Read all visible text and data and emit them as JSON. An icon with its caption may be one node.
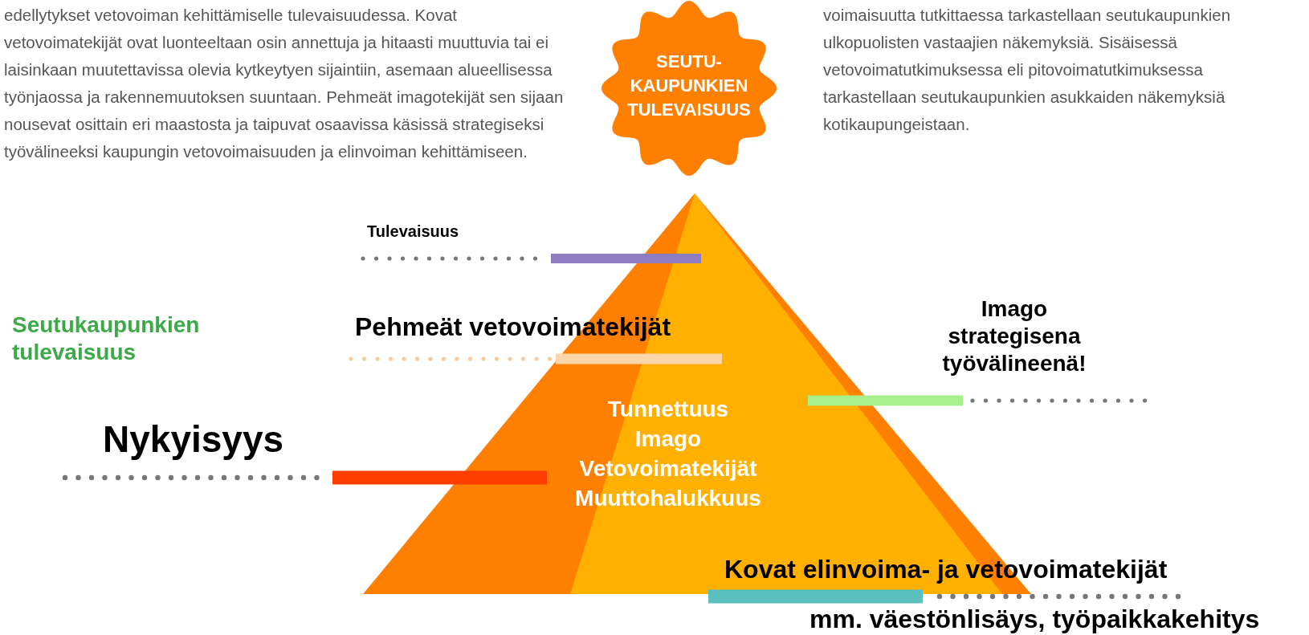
{
  "diagram": {
    "nodes": [
      {
        "text": [
          "SEUTU-KAUPUNKIEN TULEVAISUUS"
        ]
      },
      {
        "text": [
          "Tunnettuus",
          "Imago",
          "Vetovoimatekijät",
          "Muuttohalukkuus"
        ]
      }
    ],
    "labels": [
      "edellytykset vetovoiman kehittämiselle tulevaisuudessa. Kovat vetovoimatekijät ovat luonteeltaan osin annettuja ja hitaasti muuttuvia tai ei laisinkaan muutettavissa olevia kytkeytyen sijaintiin, asemaan alueellisessa työnjaossa ja rakennemuutoksen suuntaan. Pehmeät imagotekijät sen sijaan nousevat osittain eri maastosta ja taipuvat osaavissa käsissä strategiseksi työvälineeksi kaupungin vetovoimaisuuden ja elinvoiman kehittämiseen.",
      "voimaisuutta tutkittaessa tarkastellaan seutukaupunkien ulkopuolisten vastaajien näkemyksiä. Sisäisessä vetovoimatutkimuksessa eli pitovoimatutkimuksessa tarkastellaan seutukaupunkien asukkaiden näkemyksiä kotikaupungeistaan.",
      "Tulevaisuus",
      "Pehmeät vetovoimatekijät",
      "Seutukaupunkien tulevaisuus",
      "Imago strategisena työvälineenä!",
      "Nykyisyys",
      "Kovat elinvoima- ja vetovoimatekijät",
      "mm. väestönlisäys, työpaikkakehitys"
    ]
  }
}
